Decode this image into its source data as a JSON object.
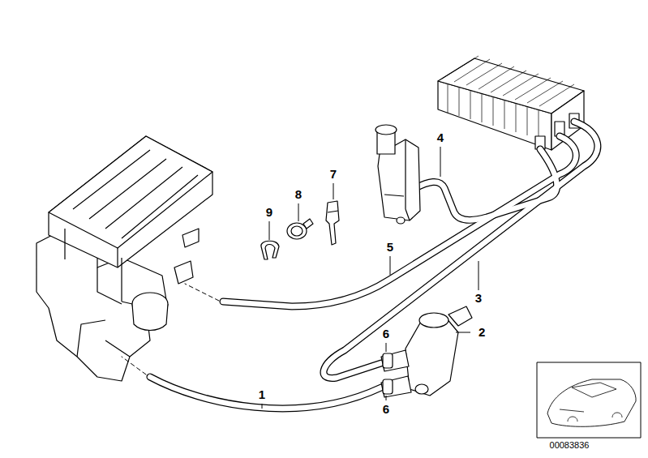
{
  "diagram": {
    "labels": [
      "4",
      "7",
      "8",
      "9",
      "5",
      "3",
      "2",
      "6",
      "6",
      "1",
      "00083836"
    ]
  }
}
